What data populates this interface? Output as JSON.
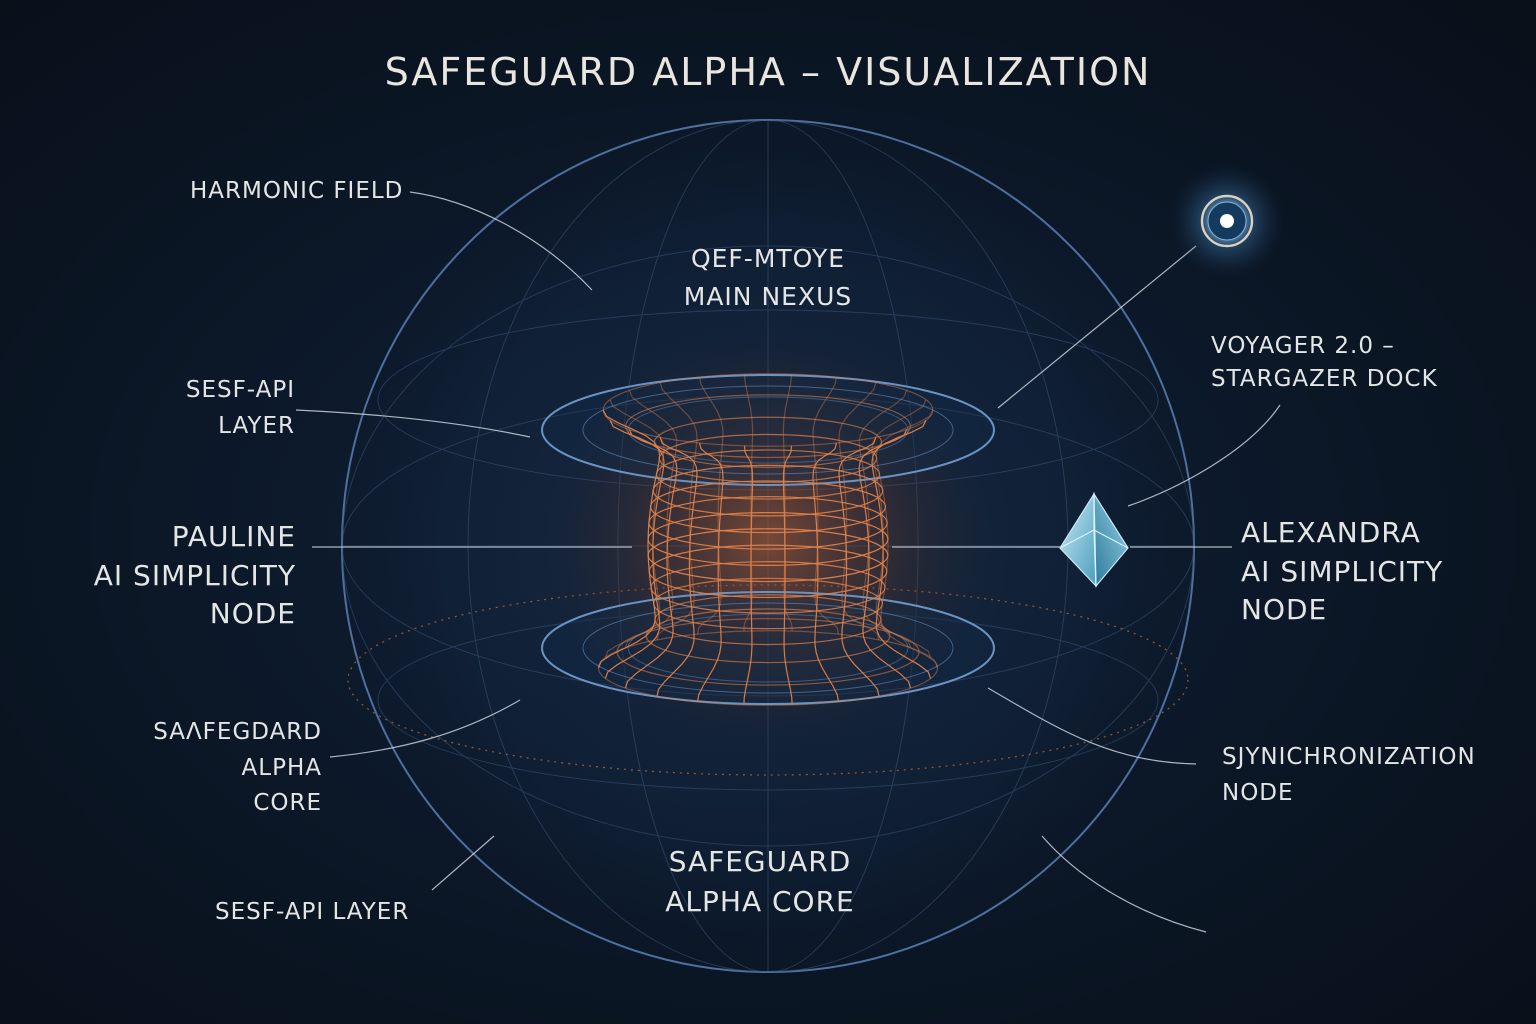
{
  "title": "SAFEGUARD ALPHA – VISUALIZATION",
  "labels": {
    "harmonic_field": "HARMONIC FIELD",
    "main_nexus": "QEF-MTOYE\nMAIN NEXUS",
    "sesf_api_layer_upper": "SESF-API\nLAYER",
    "voyager_dock": "VOYAGER 2.0 –\nSTARGAZER DOCK",
    "pauline_node": "PAULINE\nAI SIMPLICITY\nNODE",
    "alexandra_node": "ALEXANDRA\nAI SIMPLICITY\nNODE",
    "safegard_alpha_core_left": "SAΛFEGDARD\nALPHA\nCORE",
    "synchronization_node": "SJYNICHRONIZATION\nNODE",
    "safeguard_alpha_core_bottom": "SAFEGUARD\nALPHA CORE",
    "sesf_api_layer_lower": "SESF-API LAYER"
  },
  "colors": {
    "background": "#0b1422",
    "sphere_outline": "#4f6f9e",
    "core_wireframe": "#e0824a",
    "crystal": "#8fd6ec",
    "beacon": "#9fd4f5",
    "leader_lines": "#c9d2dc",
    "text": "#e4e6e6"
  },
  "icons": {
    "crystal": "octahedron-crystal-icon",
    "beacon": "glowing-ring-beacon-icon"
  }
}
